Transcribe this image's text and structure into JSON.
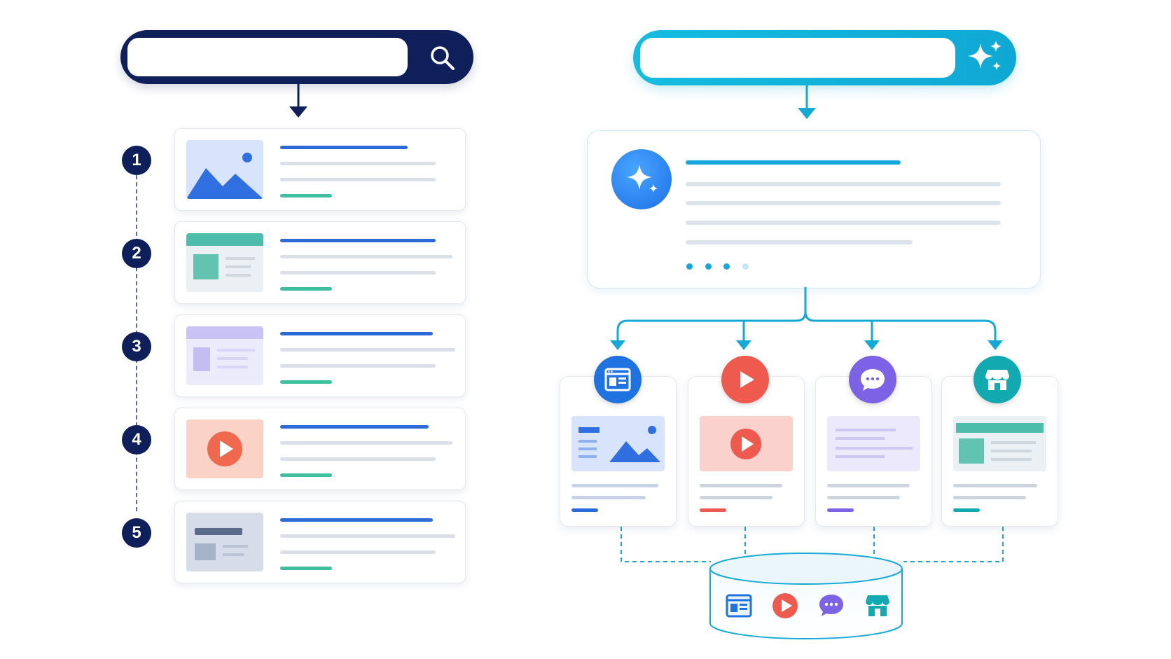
{
  "classic_search": {
    "query": "",
    "placeholder": "",
    "bar_color": "#0e1f5a",
    "icon": "search-icon",
    "ranked_results": [
      {
        "rank": "1",
        "thumbnail": "image-icon"
      },
      {
        "rank": "2",
        "thumbnail": "webpage-icon"
      },
      {
        "rank": "3",
        "thumbnail": "article-icon"
      },
      {
        "rank": "4",
        "thumbnail": "video-play-icon"
      },
      {
        "rank": "5",
        "thumbnail": "document-icon"
      }
    ]
  },
  "ai_search": {
    "query": "",
    "placeholder": "",
    "bar_color": "#16bce0",
    "icon": "sparkle-icon",
    "answer_icon": "sparkle-icon",
    "sources": [
      {
        "type": "webpage-icon",
        "color": "#1f73e0"
      },
      {
        "type": "video-play-icon",
        "color": "#ef5a4e"
      },
      {
        "type": "chat-bubble-icon",
        "color": "#7c63e6"
      },
      {
        "type": "store-icon",
        "color": "#12aab0"
      }
    ],
    "index_icons": [
      "webpage-icon",
      "video-play-icon",
      "chat-bubble-icon",
      "store-icon"
    ]
  }
}
